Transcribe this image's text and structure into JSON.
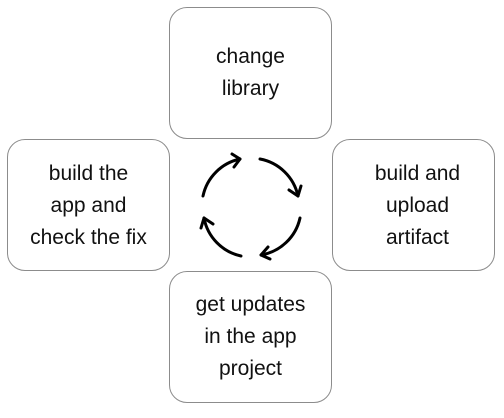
{
  "diagram": {
    "steps": [
      {
        "id": "top",
        "lines": [
          "change",
          "library"
        ]
      },
      {
        "id": "right",
        "lines": [
          "build and",
          "upload",
          "artifact"
        ]
      },
      {
        "id": "bottom",
        "lines": [
          "get updates",
          "in the app",
          "project"
        ]
      },
      {
        "id": "left",
        "lines": [
          "build the",
          "app and",
          "check the fix"
        ]
      }
    ],
    "cycle_icon": "circular-arrows-clockwise-icon",
    "colors": {
      "stroke": "#000000",
      "box_border": "#8c8c8c",
      "text": "#111111",
      "background": "#ffffff"
    }
  }
}
